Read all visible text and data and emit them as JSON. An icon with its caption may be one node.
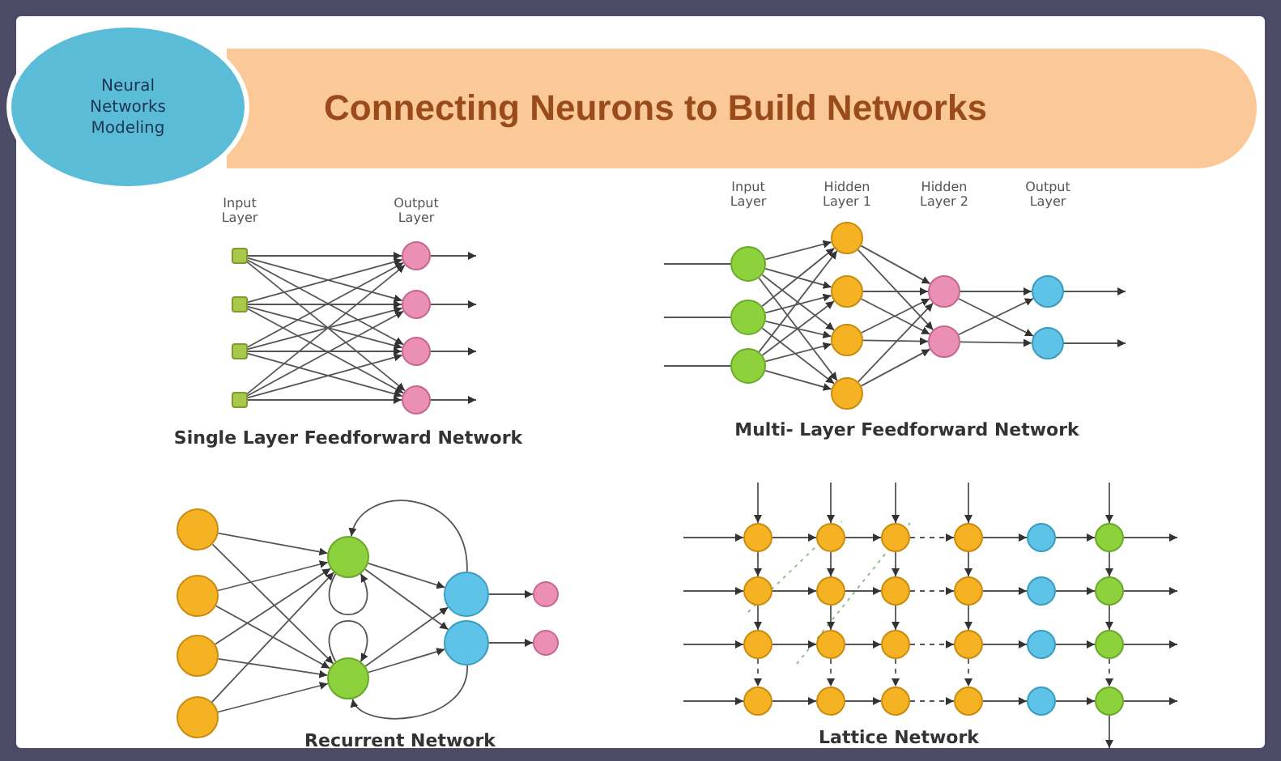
{
  "diagram": {
    "nodes": [
      {
        "text": [
          "Neural Networks Modeling"
        ]
      },
      {
        "text": [
          "Connecting Neurons to Build Networks"
        ]
      },
      {
        "text": [],
        "shape": "box"
      },
      {
        "text": [],
        "shape": "box"
      },
      {
        "text": [],
        "shape": "box"
      },
      {
        "text": [],
        "shape": "box"
      },
      {
        "text": [],
        "shape": "circle"
      },
      {
        "text": [],
        "shape": "circle"
      },
      {
        "text": [],
        "shape": "circle"
      },
      {
        "text": [],
        "shape": "circle"
      },
      {
        "text": [],
        "shape": "circle"
      },
      {
        "text": [],
        "shape": "circle"
      },
      {
        "text": [],
        "shape": "circle"
      },
      {
        "text": [],
        "shape": "circle"
      },
      {
        "text": [],
        "shape": "circle"
      },
      {
        "text": [],
        "shape": "circle"
      },
      {
        "text": [],
        "shape": "circle"
      },
      {
        "text": [],
        "shape": "circle"
      },
      {
        "text": [],
        "shape": "circle"
      },
      {
        "text": [],
        "shape": "circle"
      },
      {
        "text": [],
        "shape": "circle"
      },
      {
        "text": [],
        "shape": "circle"
      },
      {
        "text": [],
        "shape": "circle"
      },
      {
        "text": [],
        "shape": "circle"
      },
      {
        "text": [],
        "shape": "circle"
      },
      {
        "text": [],
        "shape": "circle"
      },
      {
        "text": [],
        "shape": "circle"
      },
      {
        "text": [],
        "shape": "circle"
      },
      {
        "text": [],
        "shape": "circle"
      },
      {
        "text": [],
        "shape": "circle"
      },
      {
        "text": [],
        "shape": "circle"
      },
      {
        "text": [],
        "shape": "circle"
      },
      {
        "text": [],
        "shape": "circle"
      },
      {
        "text": [],
        "shape": "circle"
      },
      {
        "text": [],
        "shape": "circle"
      },
      {
        "text": [],
        "shape": "circle"
      },
      {
        "text": [],
        "shape": "circle"
      },
      {
        "text": [],
        "shape": "circle"
      },
      {
        "text": [],
        "shape": "circle"
      },
      {
        "text": [],
        "shape": "circle"
      },
      {
        "text": [],
        "shape": "circle"
      },
      {
        "text": [],
        "shape": "circle"
      },
      {
        "text": [],
        "shape": "circle"
      },
      {
        "text": [],
        "shape": "circle"
      },
      {
        "text": [],
        "shape": "circle"
      },
      {
        "text": [],
        "shape": "circle"
      },
      {
        "text": [],
        "shape": "circle"
      },
      {
        "text": [],
        "shape": "circle"
      },
      {
        "text": [],
        "shape": "circle"
      },
      {
        "text": [],
        "shape": "circle"
      },
      {
        "text": [],
        "shape": "circle"
      },
      {
        "text": [],
        "shape": "circle"
      },
      {
        "text": [],
        "shape": "circle"
      },
      {
        "text": [],
        "shape": "circle"
      },
      {
        "text": [],
        "shape": "circle"
      }
    ],
    "edges": [
      {
        "from": 2,
        "to": 6,
        "arrow": "to"
      },
      {
        "from": 2,
        "to": 7,
        "arrow": "to"
      },
      {
        "from": 2,
        "to": 8,
        "arrow": "to"
      },
      {
        "from": 2,
        "to": 9,
        "arrow": "to"
      },
      {
        "from": 3,
        "to": 6,
        "arrow": "to"
      },
      {
        "from": 3,
        "to": 7,
        "arrow": "to"
      },
      {
        "from": 3,
        "to": 8,
        "arrow": "to"
      },
      {
        "from": 3,
        "to": 9,
        "arrow": "to"
      },
      {
        "from": 4,
        "to": 6,
        "arrow": "to"
      },
      {
        "from": 4,
        "to": 7,
        "arrow": "to"
      },
      {
        "from": 4,
        "to": 8,
        "arrow": "to"
      },
      {
        "from": 4,
        "to": 9,
        "arrow": "to"
      },
      {
        "from": 5,
        "to": 6,
        "arrow": "to"
      },
      {
        "from": 5,
        "to": 7,
        "arrow": "to"
      },
      {
        "from": 5,
        "to": 8,
        "arrow": "to"
      },
      {
        "from": 5,
        "to": 9,
        "arrow": "to"
      },
      {
        "from": 6,
        "to": null,
        "arrow": "to"
      },
      {
        "from": 7,
        "to": null,
        "arrow": "to"
      },
      {
        "from": 8,
        "to": null,
        "arrow": "to"
      },
      {
        "from": 9,
        "to": null,
        "arrow": "to"
      },
      {
        "from": null,
        "to": 10,
        "arrow": "none"
      },
      {
        "from": null,
        "to": 11,
        "arrow": "none"
      },
      {
        "from": null,
        "to": 12,
        "arrow": "none"
      },
      {
        "from": 10,
        "to": 13,
        "arrow": "to"
      },
      {
        "from": 10,
        "to": 14,
        "arrow": "to"
      },
      {
        "from": 10,
        "to": 15,
        "arrow": "to"
      },
      {
        "from": 10,
        "to": 16,
        "arrow": "to"
      },
      {
        "from": 11,
        "to": 13,
        "arrow": "to"
      },
      {
        "from": 11,
        "to": 14,
        "arrow": "to"
      },
      {
        "from": 11,
        "to": 15,
        "arrow": "to"
      },
      {
        "from": 11,
        "to": 16,
        "arrow": "to"
      },
      {
        "from": 12,
        "to": 13,
        "arrow": "to"
      },
      {
        "from": 12,
        "to": 14,
        "arrow": "to"
      },
      {
        "from": 12,
        "to": 15,
        "arrow": "to"
      },
      {
        "from": 12,
        "to": 16,
        "arrow": "to"
      },
      {
        "from": 13,
        "to": 17,
        "arrow": "to"
      },
      {
        "from": 13,
        "to": 18,
        "arrow": "to"
      },
      {
        "from": 14,
        "to": 17,
        "arrow": "to"
      },
      {
        "from": 14,
        "to": 18,
        "arrow": "to"
      },
      {
        "from": 15,
        "to": 17,
        "arrow": "to"
      },
      {
        "from": 15,
        "to": 18,
        "arrow": "to"
      },
      {
        "from": 16,
        "to": 17,
        "arrow": "to"
      },
      {
        "from": 16,
        "to": 18,
        "arrow": "to"
      },
      {
        "from": 17,
        "to": 19,
        "arrow": "to"
      },
      {
        "from": 17,
        "to": 20,
        "arrow": "to"
      },
      {
        "from": 18,
        "to": 19,
        "arrow": "to"
      },
      {
        "from": 18,
        "to": 20,
        "arrow": "to"
      },
      {
        "from": 19,
        "to": null,
        "arrow": "to"
      },
      {
        "from": 20,
        "to": null,
        "arrow": "to"
      },
      {
        "from": 21,
        "to": 25,
        "arrow": "to"
      },
      {
        "from": 21,
        "to": 26,
        "arrow": "to"
      },
      {
        "from": 22,
        "to": 25,
        "arrow": "to"
      },
      {
        "from": 22,
        "to": 26,
        "arrow": "to"
      },
      {
        "from": 23,
        "to": 25,
        "arrow": "to"
      },
      {
        "from": 23,
        "to": 26,
        "arrow": "to"
      },
      {
        "from": 24,
        "to": 25,
        "arrow": "to"
      },
      {
        "from": 24,
        "to": 26,
        "arrow": "to"
      },
      {
        "from": 25,
        "to": 27,
        "arrow": "to"
      },
      {
        "from": 25,
        "to": 28,
        "arrow": "to"
      },
      {
        "from": 26,
        "to": 27,
        "arrow": "to"
      },
      {
        "from": 26,
        "to": 28,
        "arrow": "to"
      },
      {
        "from": 27,
        "to": 29,
        "arrow": "to"
      },
      {
        "from": 28,
        "to": 30,
        "arrow": "to"
      },
      {
        "from": 25,
        "to": 25,
        "arrow": "to"
      },
      {
        "from": 26,
        "to": 26,
        "arrow": "to"
      },
      {
        "from": 27,
        "to": 25,
        "arrow": "to"
      },
      {
        "from": 28,
        "to": 26,
        "arrow": "to"
      },
      {
        "from": null,
        "to": 31,
        "arrow": "to"
      },
      {
        "from": 31,
        "to": 32,
        "arrow": "to"
      },
      {
        "from": 32,
        "to": 33,
        "arrow": "to"
      },
      {
        "from": 33,
        "to": 34,
        "arrow": "to",
        "style": "dashed"
      },
      {
        "from": 34,
        "to": 35,
        "arrow": "to"
      },
      {
        "from": 35,
        "to": 36,
        "arrow": "to"
      },
      {
        "from": 36,
        "to": null,
        "arrow": "to"
      },
      {
        "from": null,
        "to": 37,
        "arrow": "to"
      },
      {
        "from": 37,
        "to": 38,
        "arrow": "to"
      },
      {
        "from": 38,
        "to": 39,
        "arrow": "to"
      },
      {
        "from": 39,
        "to": 40,
        "arrow": "to",
        "style": "dashed"
      },
      {
        "from": 40,
        "to": 41,
        "arrow": "to"
      },
      {
        "from": 41,
        "to": 42,
        "arrow": "to"
      },
      {
        "from": 42,
        "to": null,
        "arrow": "to"
      },
      {
        "from": null,
        "to": 43,
        "arrow": "to"
      },
      {
        "from": 43,
        "to": 44,
        "arrow": "to"
      },
      {
        "from": 44,
        "to": 45,
        "arrow": "to"
      },
      {
        "from": 45,
        "to": 46,
        "arrow": "to",
        "style": "dashed"
      },
      {
        "from": 46,
        "to": 47,
        "arrow": "to"
      },
      {
        "from": 47,
        "to": 48,
        "arrow": "to"
      },
      {
        "from": 48,
        "to": null,
        "arrow": "to"
      },
      {
        "from": null,
        "to": 49,
        "arrow": "to"
      },
      {
        "from": 49,
        "to": 50,
        "arrow": "to"
      },
      {
        "from": 50,
        "to": 51,
        "arrow": "to"
      },
      {
        "from": 51,
        "to": 52,
        "arrow": "to",
        "style": "dashed"
      },
      {
        "from": 52,
        "to": 53,
        "arrow": "to"
      },
      {
        "from": 53,
        "to": 54,
        "arrow": "to"
      },
      {
        "from": 54,
        "to": null,
        "arrow": "to"
      },
      {
        "from": null,
        "to": 31,
        "arrow": "to"
      },
      {
        "from": 31,
        "to": 37,
        "arrow": "to"
      },
      {
        "from": 37,
        "to": 43,
        "arrow": "to"
      },
      {
        "from": 43,
        "to": 49,
        "arrow": "to",
        "style": "dashed"
      },
      {
        "from": null,
        "to": 32,
        "arrow": "to"
      },
      {
        "from": 32,
        "to": 38,
        "arrow": "to"
      },
      {
        "from": 38,
        "to": 44,
        "arrow": "to"
      },
      {
        "from": 44,
        "to": 50,
        "arrow": "to",
        "style": "dashed"
      },
      {
        "from": null,
        "to": 33,
        "arrow": "to"
      },
      {
        "from": 33,
        "to": 39,
        "arrow": "to"
      },
      {
        "from": 39,
        "to": 45,
        "arrow": "to"
      },
      {
        "from": 45,
        "to": 51,
        "arrow": "to",
        "style": "dashed"
      },
      {
        "from": null,
        "to": 34,
        "arrow": "to"
      },
      {
        "from": 34,
        "to": 40,
        "arrow": "to"
      },
      {
        "from": 40,
        "to": 46,
        "arrow": "to"
      },
      {
        "from": 46,
        "to": 52,
        "arrow": "to",
        "style": "dashed"
      },
      {
        "from": null,
        "to": 36,
        "arrow": "to"
      },
      {
        "from": 36,
        "to": 42,
        "arrow": "to"
      },
      {
        "from": 42,
        "to": 48,
        "arrow": "to"
      },
      {
        "from": 48,
        "to": 54,
        "arrow": "to",
        "style": "dashed"
      },
      {
        "from": 54,
        "to": null,
        "arrow": "to"
      }
    ],
    "labels": [
      "Input Layer",
      "Output Layer",
      "Single Layer Feedforward Network",
      "Input Layer",
      "Hidden Layer 1",
      "Hidden Layer 2",
      "Output Layer",
      "Multi- Layer Feedforward Network",
      "Recurrent Network",
      "Lattice Network"
    ]
  }
}
